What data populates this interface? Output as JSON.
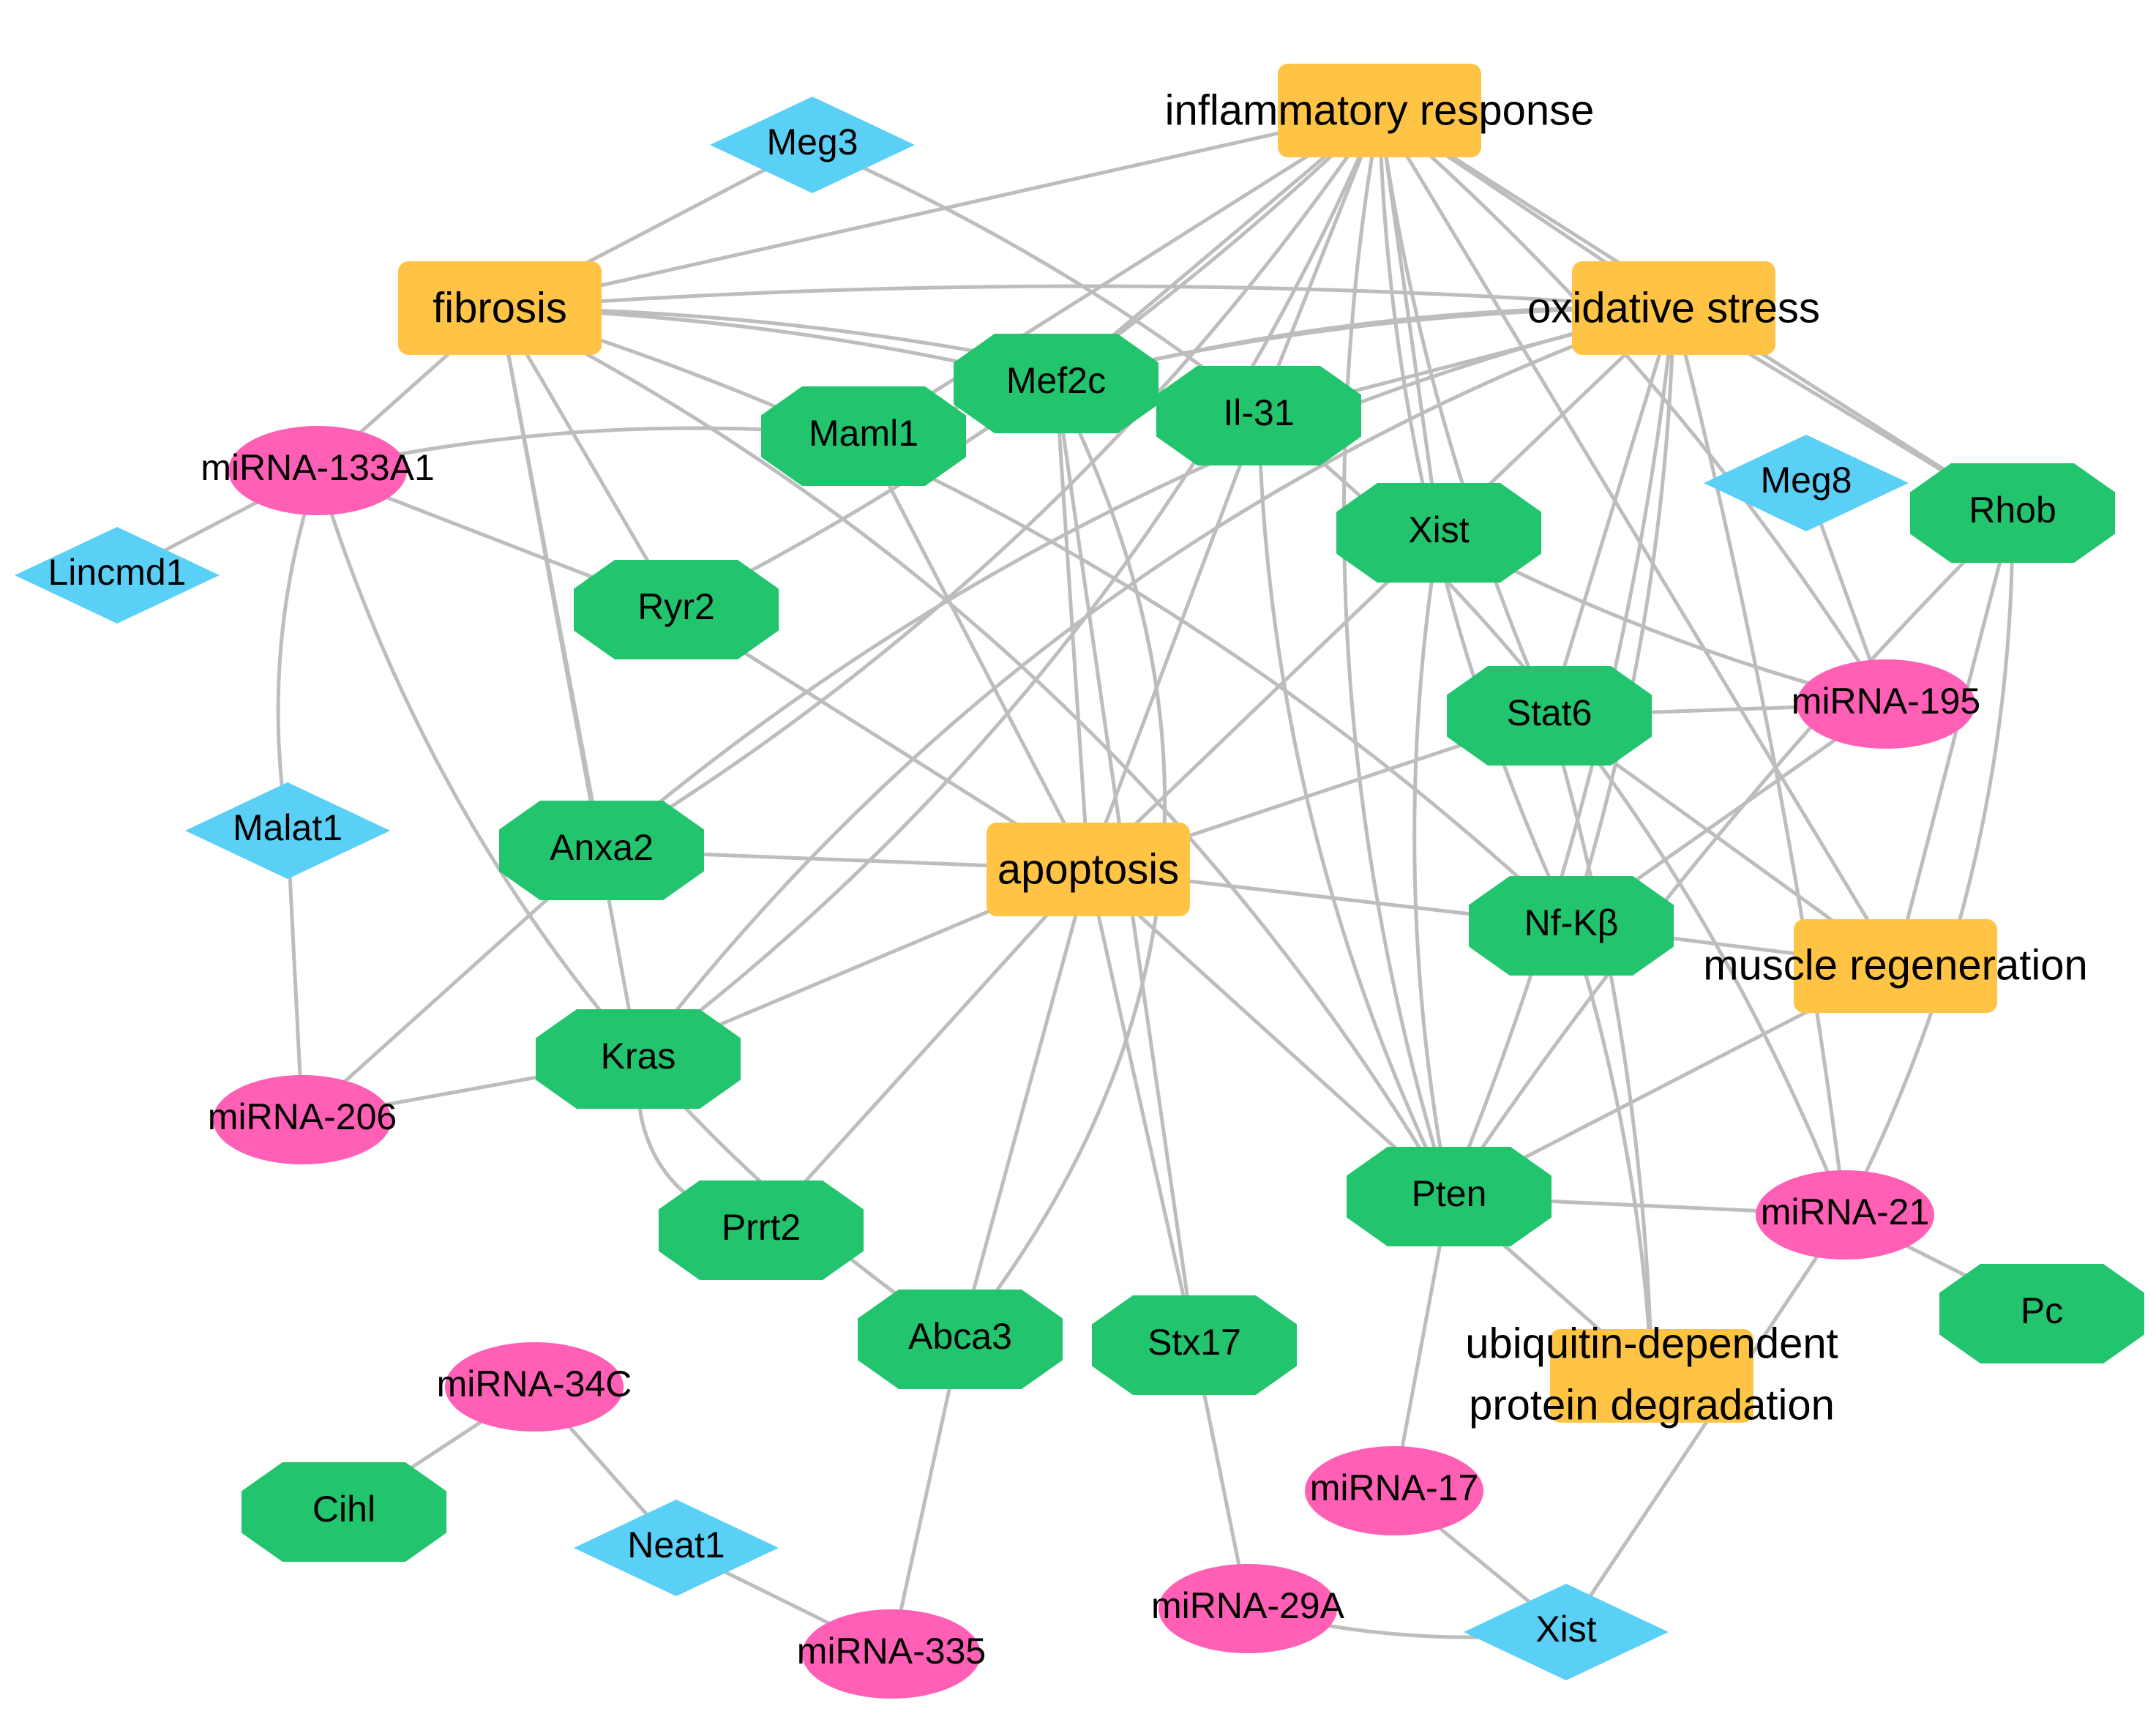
{
  "colors": {
    "process": "#ffc445",
    "gene": "#22c46e",
    "mirna": "#ff5fb4",
    "lncrna": "#5ad0f6",
    "edge": "#bdbdbd",
    "text": "#000000"
  },
  "nodes": [
    {
      "id": "inflammatory",
      "label": "inflammatory response",
      "kind": "process",
      "shape": "round-rect"
    },
    {
      "id": "fibrosis",
      "label": "fibrosis",
      "kind": "process",
      "shape": "round-rect"
    },
    {
      "id": "oxidative",
      "label": "oxidative stress",
      "kind": "process",
      "shape": "round-rect"
    },
    {
      "id": "apoptosis",
      "label": "apoptosis",
      "kind": "process",
      "shape": "round-rect"
    },
    {
      "id": "muscle",
      "label": "muscle regeneration",
      "kind": "process",
      "shape": "round-rect"
    },
    {
      "id": "ubiquitin",
      "label": "ubiquitin-dependent",
      "label2": "protein degradation",
      "kind": "process",
      "shape": "round-rect"
    },
    {
      "id": "meg3",
      "label": "Meg3",
      "kind": "lncrna",
      "shape": "diamond"
    },
    {
      "id": "lincmd1",
      "label": "Lincmd1",
      "kind": "lncrna",
      "shape": "diamond"
    },
    {
      "id": "malat1",
      "label": "Malat1",
      "kind": "lncrna",
      "shape": "diamond"
    },
    {
      "id": "meg8",
      "label": "Meg8",
      "kind": "lncrna",
      "shape": "diamond"
    },
    {
      "id": "neat1",
      "label": "Neat1",
      "kind": "lncrna",
      "shape": "diamond"
    },
    {
      "id": "xistD",
      "label": "Xist",
      "kind": "lncrna",
      "shape": "diamond"
    },
    {
      "id": "mir133",
      "label": "miRNA-133A1",
      "kind": "mirna",
      "shape": "ellipse"
    },
    {
      "id": "mir206",
      "label": "miRNA-206",
      "kind": "mirna",
      "shape": "ellipse"
    },
    {
      "id": "mir195",
      "label": "miRNA-195",
      "kind": "mirna",
      "shape": "ellipse"
    },
    {
      "id": "mir21",
      "label": "miRNA-21",
      "kind": "mirna",
      "shape": "ellipse"
    },
    {
      "id": "mir34c",
      "label": "miRNA-34C",
      "kind": "mirna",
      "shape": "ellipse"
    },
    {
      "id": "mir17",
      "label": "miRNA-17",
      "kind": "mirna",
      "shape": "ellipse"
    },
    {
      "id": "mir29a",
      "label": "miRNA-29A",
      "kind": "mirna",
      "shape": "ellipse"
    },
    {
      "id": "mir335",
      "label": "miRNA-335",
      "kind": "mirna",
      "shape": "ellipse"
    },
    {
      "id": "mef2c",
      "label": "Mef2c",
      "kind": "gene",
      "shape": "octagon"
    },
    {
      "id": "il31",
      "label": "Il-31",
      "kind": "gene",
      "shape": "octagon"
    },
    {
      "id": "maml1",
      "label": "Maml1",
      "kind": "gene",
      "shape": "octagon"
    },
    {
      "id": "xistO",
      "label": "Xist",
      "kind": "gene",
      "shape": "octagon"
    },
    {
      "id": "rhob",
      "label": "Rhob",
      "kind": "gene",
      "shape": "octagon"
    },
    {
      "id": "ryr2",
      "label": "Ryr2",
      "kind": "gene",
      "shape": "octagon"
    },
    {
      "id": "stat6",
      "label": "Stat6",
      "kind": "gene",
      "shape": "octagon"
    },
    {
      "id": "anxa2",
      "label": "Anxa2",
      "kind": "gene",
      "shape": "octagon"
    },
    {
      "id": "nfkb",
      "label": "Nf-Kβ",
      "kind": "gene",
      "shape": "octagon"
    },
    {
      "id": "kras",
      "label": "Kras",
      "kind": "gene",
      "shape": "octagon"
    },
    {
      "id": "prrt2",
      "label": "Prrt2",
      "kind": "gene",
      "shape": "octagon"
    },
    {
      "id": "pten",
      "label": "Pten",
      "kind": "gene",
      "shape": "octagon"
    },
    {
      "id": "pc",
      "label": "Pc",
      "kind": "gene",
      "shape": "octagon"
    },
    {
      "id": "abca3",
      "label": "Abca3",
      "kind": "gene",
      "shape": "octagon"
    },
    {
      "id": "stx17",
      "label": "Stx17",
      "kind": "gene",
      "shape": "octagon"
    },
    {
      "id": "cihl",
      "label": "Cihl",
      "kind": "gene",
      "shape": "octagon"
    }
  ],
  "edges": [
    [
      "apoptosis",
      "maml1"
    ],
    [
      "apoptosis",
      "mef2c"
    ],
    [
      "apoptosis",
      "il31"
    ],
    [
      "apoptosis",
      "xistO"
    ],
    [
      "apoptosis",
      "ryr2"
    ],
    [
      "apoptosis",
      "stat6"
    ],
    [
      "apoptosis",
      "anxa2"
    ],
    [
      "apoptosis",
      "nfkb"
    ],
    [
      "apoptosis",
      "kras"
    ],
    [
      "apoptosis",
      "prrt2"
    ],
    [
      "apoptosis",
      "pten"
    ],
    [
      "apoptosis",
      "abca3"
    ],
    [
      "apoptosis",
      "stx17"
    ],
    [
      "fibrosis",
      "inflammatory"
    ],
    [
      "fibrosis",
      "oxidative"
    ],
    [
      "fibrosis",
      "meg3"
    ],
    [
      "fibrosis",
      "mir133"
    ],
    [
      "fibrosis",
      "ryr2"
    ],
    [
      "fibrosis",
      "anxa2"
    ],
    [
      "fibrosis",
      "kras"
    ],
    [
      "fibrosis",
      "mef2c"
    ],
    [
      "fibrosis",
      "il31"
    ],
    [
      "fibrosis",
      "pten"
    ],
    [
      "fibrosis",
      "nfkb"
    ],
    [
      "inflammatory",
      "oxidative"
    ],
    [
      "inflammatory",
      "mef2c"
    ],
    [
      "inflammatory",
      "maml1"
    ],
    [
      "inflammatory",
      "il31"
    ],
    [
      "inflammatory",
      "xistO"
    ],
    [
      "inflammatory",
      "anxa2"
    ],
    [
      "inflammatory",
      "kras"
    ],
    [
      "inflammatory",
      "ryr2"
    ],
    [
      "inflammatory",
      "pten"
    ],
    [
      "inflammatory",
      "nfkb"
    ],
    [
      "inflammatory",
      "stat6"
    ],
    [
      "inflammatory",
      "rhob"
    ],
    [
      "inflammatory",
      "muscle"
    ],
    [
      "inflammatory",
      "mir195"
    ],
    [
      "oxidative",
      "mef2c"
    ],
    [
      "oxidative",
      "maml1"
    ],
    [
      "oxidative",
      "anxa2"
    ],
    [
      "oxidative",
      "kras"
    ],
    [
      "oxidative",
      "xistO"
    ],
    [
      "oxidative",
      "stat6"
    ],
    [
      "oxidative",
      "nfkb"
    ],
    [
      "oxidative",
      "pten"
    ],
    [
      "oxidative",
      "rhob"
    ],
    [
      "oxidative",
      "mir21"
    ],
    [
      "oxidative",
      "il31"
    ],
    [
      "meg3",
      "mir21"
    ],
    [
      "mir133",
      "lincmd1"
    ],
    [
      "mir133",
      "maml1"
    ],
    [
      "mir133",
      "ryr2"
    ],
    [
      "mir133",
      "malat1"
    ],
    [
      "mir133",
      "abca3"
    ],
    [
      "malat1",
      "mir206"
    ],
    [
      "mir206",
      "kras"
    ],
    [
      "mir206",
      "anxa2"
    ],
    [
      "kras",
      "prrt2"
    ],
    [
      "meg8",
      "mir195"
    ],
    [
      "mir195",
      "stat6"
    ],
    [
      "mir195",
      "nfkb"
    ],
    [
      "mir195",
      "xistO"
    ],
    [
      "rhob",
      "muscle"
    ],
    [
      "rhob",
      "pten"
    ],
    [
      "muscle",
      "stat6"
    ],
    [
      "muscle",
      "nfkb"
    ],
    [
      "muscle",
      "pten"
    ],
    [
      "nfkb",
      "ubiquitin"
    ],
    [
      "stat6",
      "ubiquitin"
    ],
    [
      "pten",
      "mir21"
    ],
    [
      "pten",
      "ubiquitin"
    ],
    [
      "pten",
      "mir17"
    ],
    [
      "pten",
      "il31"
    ],
    [
      "pten",
      "xistO"
    ],
    [
      "mir21",
      "pc"
    ],
    [
      "mir21",
      "xistD"
    ],
    [
      "mir21",
      "rhob"
    ],
    [
      "mir17",
      "xistD"
    ],
    [
      "mir29a",
      "xistD"
    ],
    [
      "stx17",
      "mir29a"
    ],
    [
      "stx17",
      "mef2c"
    ],
    [
      "abca3",
      "mir335"
    ],
    [
      "abca3",
      "mef2c"
    ],
    [
      "mir34c",
      "cihl"
    ],
    [
      "mir34c",
      "neat1"
    ],
    [
      "neat1",
      "mir335"
    ]
  ]
}
